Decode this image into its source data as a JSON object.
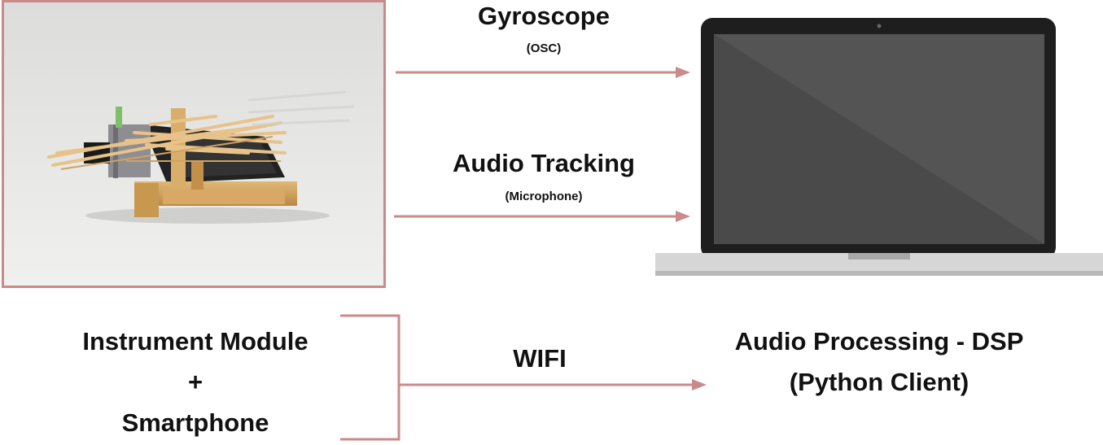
{
  "photo": {
    "alt": "Instrument module with smartphone",
    "frame_color": "#c98a8a"
  },
  "connections": {
    "gyroscope": {
      "title": "Gyroscope",
      "subtitle": "(OSC)"
    },
    "audio_tracking": {
      "title": "Audio Tracking",
      "subtitle": "(Microphone)"
    },
    "wifi": {
      "title": "WIFI"
    }
  },
  "left_block": {
    "line1": "Instrument Module",
    "line2": "+",
    "line3": "Smartphone"
  },
  "right_block": {
    "line1": "Audio Processing - DSP",
    "line2": "(Python Client)"
  },
  "colors": {
    "arrow": "#c98a8a",
    "screen": "#4a4a4a",
    "bezel": "#1e1e1e",
    "base": "#d6d6d6"
  },
  "icons": {
    "laptop": "laptop-icon",
    "arrow": "arrow-right-icon",
    "bracket": "bracket-icon"
  }
}
